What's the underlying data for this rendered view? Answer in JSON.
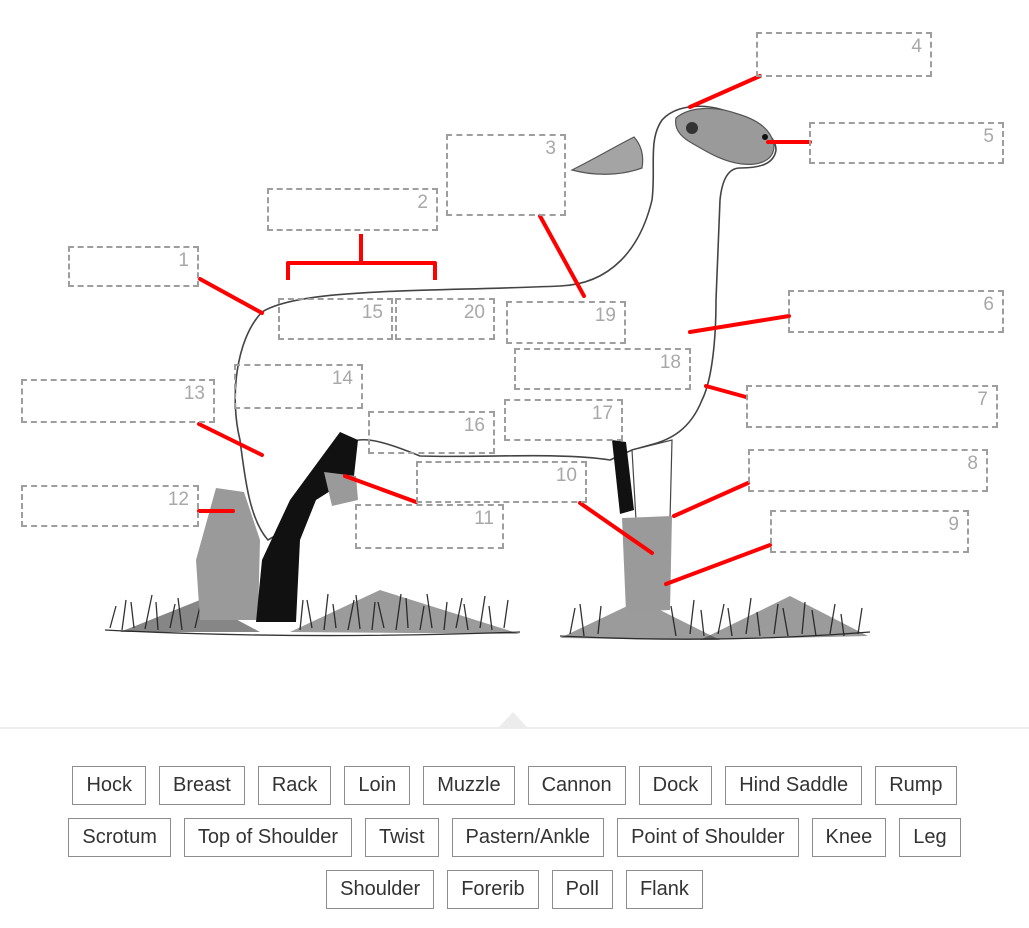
{
  "diagram": {
    "label_zones": [
      {
        "number": "1"
      },
      {
        "number": "2"
      },
      {
        "number": "3"
      },
      {
        "number": "4"
      },
      {
        "number": "5"
      },
      {
        "number": "6"
      },
      {
        "number": "7"
      },
      {
        "number": "8"
      },
      {
        "number": "9"
      },
      {
        "number": "10"
      },
      {
        "number": "11"
      },
      {
        "number": "12"
      },
      {
        "number": "13"
      },
      {
        "number": "14"
      },
      {
        "number": "15"
      },
      {
        "number": "16"
      },
      {
        "number": "17"
      },
      {
        "number": "18"
      },
      {
        "number": "19"
      },
      {
        "number": "20"
      }
    ],
    "colors": {
      "leader_line": "#ff0000",
      "zone_border": "#9e9e9e",
      "zone_number": "#a8a8a8",
      "shaded_parts": "#9a9a9a"
    }
  },
  "word_bank": {
    "rows": [
      [
        "Hock",
        "Breast",
        "Rack",
        "Loin",
        "Muzzle",
        "Cannon",
        "Dock",
        "Hind Saddle",
        "Rump"
      ],
      [
        "Scrotum",
        "Top of Shoulder",
        "Twist",
        "Pastern/Ankle",
        "Point of Shoulder",
        "Knee",
        "Leg"
      ],
      [
        "Shoulder",
        "Forerib",
        "Poll",
        "Flank"
      ]
    ]
  }
}
